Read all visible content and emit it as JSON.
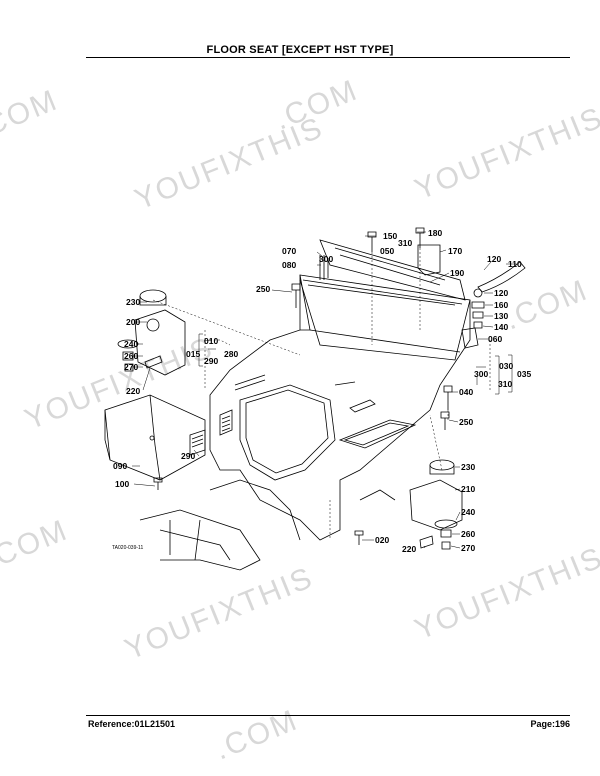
{
  "page": {
    "title": "FLOOR SEAT [EXCEPT HST TYPE]",
    "reference": "Reference:01L21501",
    "page_number": "Page:196"
  },
  "diagram": {
    "figure_code": "TA020-039-11",
    "part_labels": [
      "150",
      "310",
      "180",
      "070",
      "300",
      "050",
      "170",
      "080",
      "120",
      "110",
      "190",
      "250",
      "120",
      "160",
      "130",
      "140",
      "230",
      "200",
      "010",
      "015",
      "280",
      "290",
      "240",
      "260",
      "270",
      "220",
      "060",
      "030",
      "300",
      "310",
      "035",
      "040",
      "250",
      "090",
      "290",
      "230",
      "100",
      "210",
      "240",
      "260",
      "270",
      "220",
      "020"
    ]
  },
  "watermark": {
    "text_a": "YOUFIXTHIS",
    "text_b": ".COM"
  }
}
